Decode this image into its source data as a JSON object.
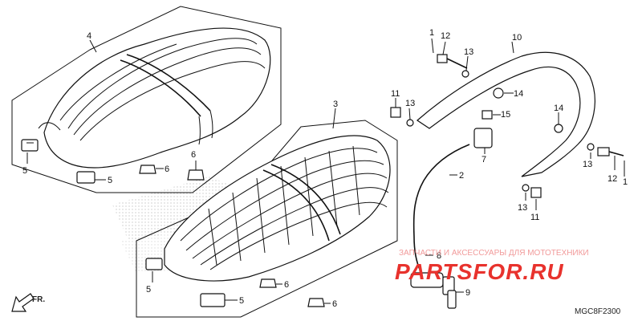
{
  "callouts": {
    "c1a": "1",
    "c12a": "12",
    "c13a": "13",
    "c10": "10",
    "c14a": "14",
    "c11a": "11",
    "c13b": "13",
    "c15": "15",
    "c7": "7",
    "c2": "2",
    "c14b": "14",
    "c13c": "13",
    "c12b": "12",
    "c1b": "1",
    "c13d": "13",
    "c11b": "11",
    "c4": "4",
    "c5a": "5",
    "c6a": "6",
    "c5b": "5",
    "c6b": "6",
    "c3": "3",
    "c5c": "5",
    "c6c": "6",
    "c5d": "5",
    "c6d": "6",
    "c8": "8",
    "c9": "9"
  },
  "watermark": {
    "line1": "ЗАПЧАСТИ И АКСЕССУАРЫ ДЛЯ МОТОТЕХНИКИ",
    "line2": "PARTSFOR.RU"
  },
  "direction_label": "FR.",
  "diagram_code": "MGC8F2300",
  "icons": {
    "direction": "arrow-down-left-icon",
    "logo": "partsfor-logo"
  },
  "colors": {
    "watermark_red": "#e8322d",
    "watermark_pink": "#f19a9a",
    "ink": "#111111"
  }
}
